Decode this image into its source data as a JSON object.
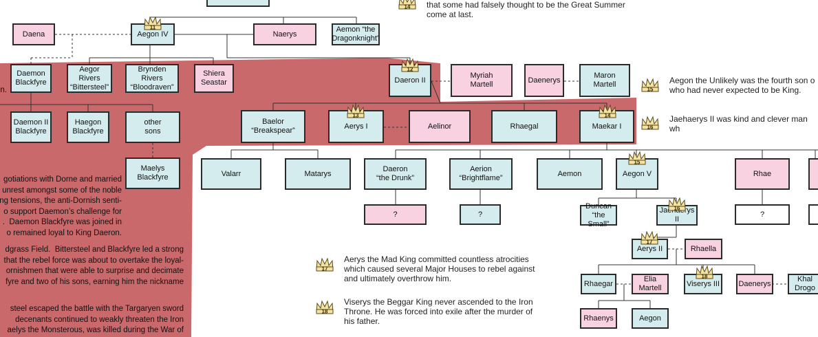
{
  "palette": {
    "male": "#d5ecef",
    "female": "#f8d2e1",
    "unknown": "#ffffff",
    "background_band": "#c9696b",
    "crown": "#f3e2a2"
  },
  "tree": {
    "daena": "Daena",
    "aegon_iv": "Aegon IV",
    "naerys": "Naerys",
    "aemon_dragonknight": "Aemon “the\nDragonknight”",
    "daemon_blackfyre": "Daemon\nBlackfyre",
    "aegor_rivers": "Aegor Rivers\n“Bittersteel”",
    "brynden_rivers": "Brynden Rivers\n“Bloodraven”",
    "shiera": "Shiera\nSeastar",
    "daeron_ii": "Daeron II",
    "myriah": "Myriah\nMartell",
    "daenerys_a": "Daenerys",
    "maron": "Maron\nMartell",
    "daemon_ii": "Daemon II\nBlackfyre",
    "haegon": "Haegon\nBlackfyre",
    "other_sons": "other\nsons",
    "maelys": "Maelys\nBlackfyre",
    "baelor": "Baelor\n“Breakspear”",
    "aerys_i": "Aerys I",
    "aelinor": "Aelinor",
    "rhaegal": "Rhaegal",
    "maekar": "Maekar I",
    "valarr": "Valarr",
    "matarys": "Matarys",
    "daeron_drunk": "Daeron\n“the Drunk”",
    "aerion": "Aerion\n“Brightflame”",
    "aemon": "Aemon",
    "aegon_v": "Aegon V",
    "rhae": "Rhae",
    "unk_daeron": "?",
    "unk_aerion": "?",
    "unk_rhae": "?",
    "duncan": "Duncan\n“the Small”",
    "jaehaerys_ii": "Jaehaerys II",
    "aerys_ii": "Aerys II",
    "rhaella": "Rhaella",
    "rhaegar": "Rhaegar",
    "elia": "Elia\nMartell",
    "viserys_iii": "Viserys III",
    "daenerys_b": "Daenerys",
    "khal_drogo": "Khal\nDrogo",
    "rhaenys": "Rhaenys",
    "aegon_young": "Aegon"
  },
  "crowns": [
    "11",
    "12",
    "13",
    "14",
    "15",
    "16",
    "17",
    "18",
    "14",
    "15",
    "16",
    "17",
    "18"
  ],
  "notes": {
    "n14": "that some had falsely thought to be the Great Summer\ncome at last.",
    "n15": "Aegon the Unlikely was the fourth son o\nwho had never expected to be King.",
    "n16": "Jaehaerys II was kind and clever man wh",
    "n17": "Aerys the Mad King committed countless atrocities\nwhich caused several Major Houses to rebel against\nand ultimately overthrow him.",
    "n18": "Viserys the Beggar King never ascended to the Iron\nThrone.  He was forced into exile after the murder of\nhis father."
  },
  "side_text": {
    "sliver": "n.",
    "para1": "gotiations with Dorne and married\nunrest amongst some of the noble\nng tensions, the anti-Dornish senti-\no support Daemon’s challenge for\n.  Daemon Blackfyre was joined in\no remained loyal to King Daeron.",
    "para2": "dgrass Field.  Bittersteel and Blackfyre led a strong\nthat the rebel force was about to overtake the loyal-\nornishmen that were able to surprise and decimate\nfyre and two of his sons, earning him the nickname",
    "para3": "steel escaped the battle with the Targaryen sword\n decenants continued to weakly threaten the Iron\naelys the Monsterous, was killed during the War of"
  }
}
